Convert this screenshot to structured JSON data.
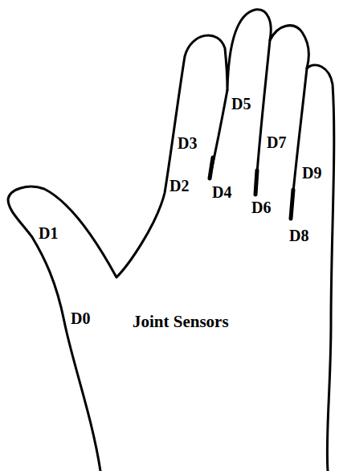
{
  "diagram": {
    "labels": [
      "D3",
      "D5",
      "D7",
      "D9",
      "D2",
      "D4",
      "D6",
      "D1",
      "D8",
      "D0",
      "Joint Sensors"
    ]
  }
}
